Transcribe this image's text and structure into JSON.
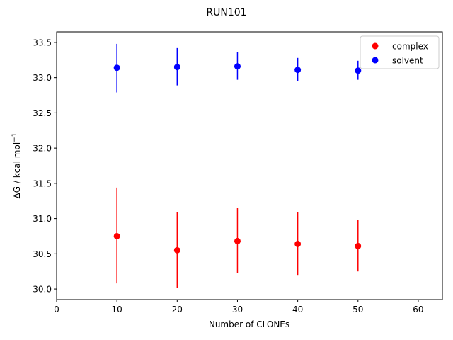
{
  "chart_data": {
    "type": "scatter",
    "title": "RUN101",
    "xlabel": "Number of CLONEs",
    "ylabel_main": "ΔG / kcal mol",
    "ylabel_sup": "−1",
    "xlim": [
      0,
      64
    ],
    "ylim": [
      29.85,
      33.65
    ],
    "xticks": [
      0,
      10,
      20,
      30,
      40,
      50,
      60
    ],
    "yticks": [
      30.0,
      30.5,
      31.0,
      31.5,
      32.0,
      32.5,
      33.0,
      33.5
    ],
    "grid": false,
    "legend_position": "top-right",
    "series": [
      {
        "name": "complex",
        "color": "#ff0000",
        "x": [
          10,
          20,
          30,
          40,
          50
        ],
        "y": [
          30.75,
          30.55,
          30.68,
          30.64,
          30.61
        ],
        "yerr_low": [
          30.08,
          30.02,
          30.23,
          30.2,
          30.25
        ],
        "yerr_high": [
          31.44,
          31.09,
          31.15,
          31.09,
          30.98
        ]
      },
      {
        "name": "solvent",
        "color": "#0000ff",
        "x": [
          10,
          20,
          30,
          40,
          50
        ],
        "y": [
          33.14,
          33.15,
          33.16,
          33.11,
          33.1
        ],
        "yerr_low": [
          32.79,
          32.89,
          32.97,
          32.95,
          32.97
        ],
        "yerr_high": [
          33.48,
          33.42,
          33.36,
          33.28,
          33.24
        ]
      }
    ]
  }
}
